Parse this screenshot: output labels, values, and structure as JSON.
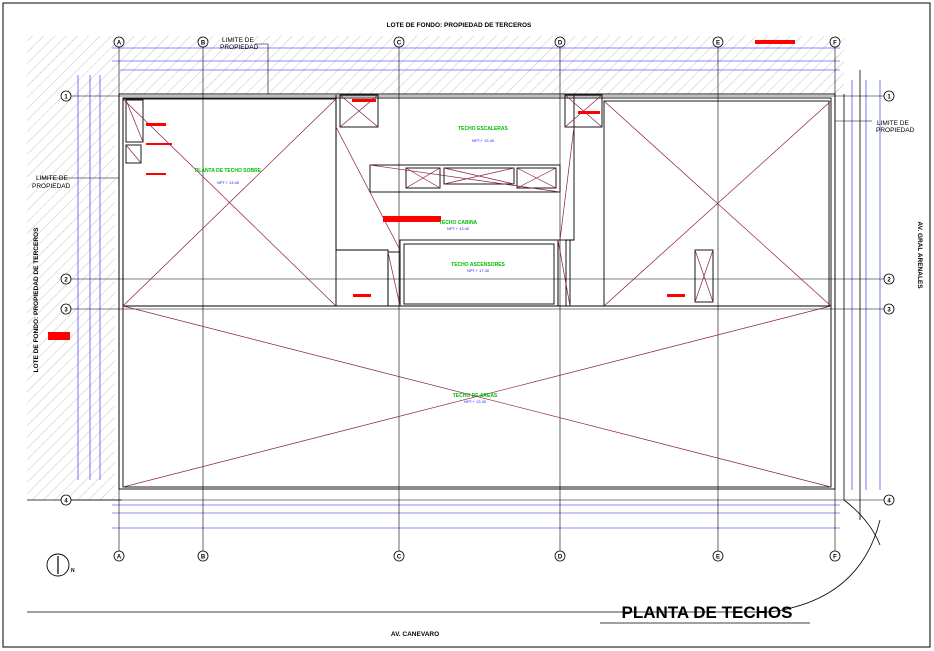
{
  "title": "PLANTA DE TECHOS",
  "top_label": "LOTE DE FONDO: PROPIEDAD DE TERCEROS",
  "left_label": "LOTE DE FONDO: PROPIEDAD DE TERCEROS",
  "right_label": "AV. GRAL ARENALES",
  "bottom_label": "AV. CANEVARO",
  "limit_label_line1": "LIMITE DE",
  "limit_label_line2": "PROPIEDAD",
  "north_label": "N",
  "axes": {
    "columns": [
      "A",
      "B",
      "C",
      "D",
      "E",
      "F"
    ],
    "rows": [
      "1",
      "2",
      "3",
      "4"
    ]
  },
  "rooms": [
    {
      "name": "PLANTA DE TECHO SOBRE",
      "level": "NPT.+ 13.40"
    },
    {
      "name": "TECHO ESCALERAS",
      "level": "NPT.+ 13.40"
    },
    {
      "name": "TECHO CABINA",
      "level": "NPT.+ 13.40"
    },
    {
      "name": "TECHO ASCENSORES",
      "level": "NPT.+ 17.40"
    },
    {
      "name": "TECHO DE AREAS",
      "level": "NPT.+ 13.40"
    }
  ],
  "colors": {
    "frame": "#000000",
    "grid": "#000000",
    "dimension": "#1a1aff",
    "roof_lines": "#8b1a4a",
    "annotation": "#ff0000",
    "room_label": "#00cc00",
    "hatch": "#999999"
  }
}
